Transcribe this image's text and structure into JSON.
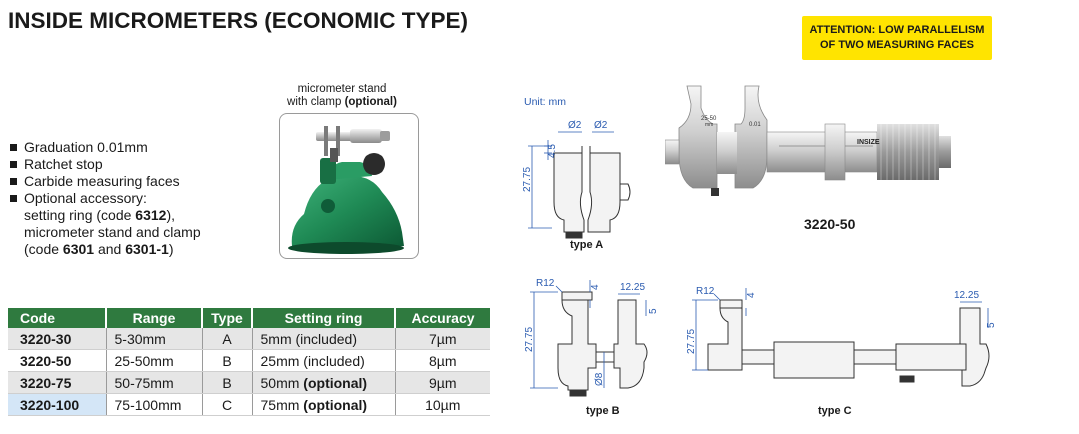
{
  "header": {
    "title": "INSIDE MICROMETERS (ECONOMIC TYPE)"
  },
  "attention": {
    "line1": "ATTENTION: LOW PARALLELISM",
    "line2": "OF TWO MEASURING FACES"
  },
  "stand": {
    "caption_line1": "micrometer stand",
    "caption_line2": "with clamp ",
    "caption_optional": "(optional)"
  },
  "features": {
    "item1": "Graduation 0.01mm",
    "item2": "Ratchet stop",
    "item3": "Carbide measuring faces",
    "item4": "Optional accessory:",
    "ring_text": "setting ring (code ",
    "ring_code": "6312",
    "ring_end": "),",
    "stand_text": "micrometer stand and clamp",
    "code_open": "(code ",
    "code1": "6301",
    "and_text": " and ",
    "code2": "6301-1",
    "code_close": ")"
  },
  "table": {
    "headers": [
      "Code",
      "Range",
      "Type",
      "Setting ring",
      "Accuracy"
    ],
    "rows": [
      {
        "code": "3220-30",
        "range": "5-30mm",
        "type": "A",
        "ring": "5mm (included)",
        "ring_bold": "",
        "accuracy": "7µm"
      },
      {
        "code": "3220-50",
        "range": "25-50mm",
        "type": "B",
        "ring": "25mm (included)",
        "ring_bold": "",
        "accuracy": "8µm"
      },
      {
        "code": "3220-75",
        "range": "50-75mm",
        "type": "B",
        "ring": "50mm ",
        "ring_bold": "(optional)",
        "accuracy": "9µm"
      },
      {
        "code": "3220-100",
        "range": "75-100mm",
        "type": "C",
        "ring": "75mm ",
        "ring_bold": "(optional)",
        "accuracy": "10µm"
      }
    ]
  },
  "drawings": {
    "unit": "Unit: mm",
    "type_a": {
      "caption": "type A",
      "d1": "Ø2",
      "d2": "Ø2",
      "h1": "4.5",
      "h2": "27.75"
    },
    "type_b": {
      "caption": "type B",
      "r": "R12",
      "t": "4",
      "w": "12.25",
      "s": "5",
      "h": "27.75",
      "shaft": "Ø8"
    },
    "type_c": {
      "caption": "type C",
      "r": "R12",
      "t": "4",
      "w": "12.25",
      "s": "5",
      "h": "27.75"
    },
    "product": {
      "label": "3220-50",
      "scale_text": "25-50",
      "scale_unit": "mm",
      "res": "0.01",
      "brand": "INSIZE"
    }
  },
  "colors": {
    "header_green": "#2f7a3f",
    "attention_yellow": "#ffe400",
    "dim_blue": "#2a5bb0",
    "stand_green": "#1f8a55"
  }
}
